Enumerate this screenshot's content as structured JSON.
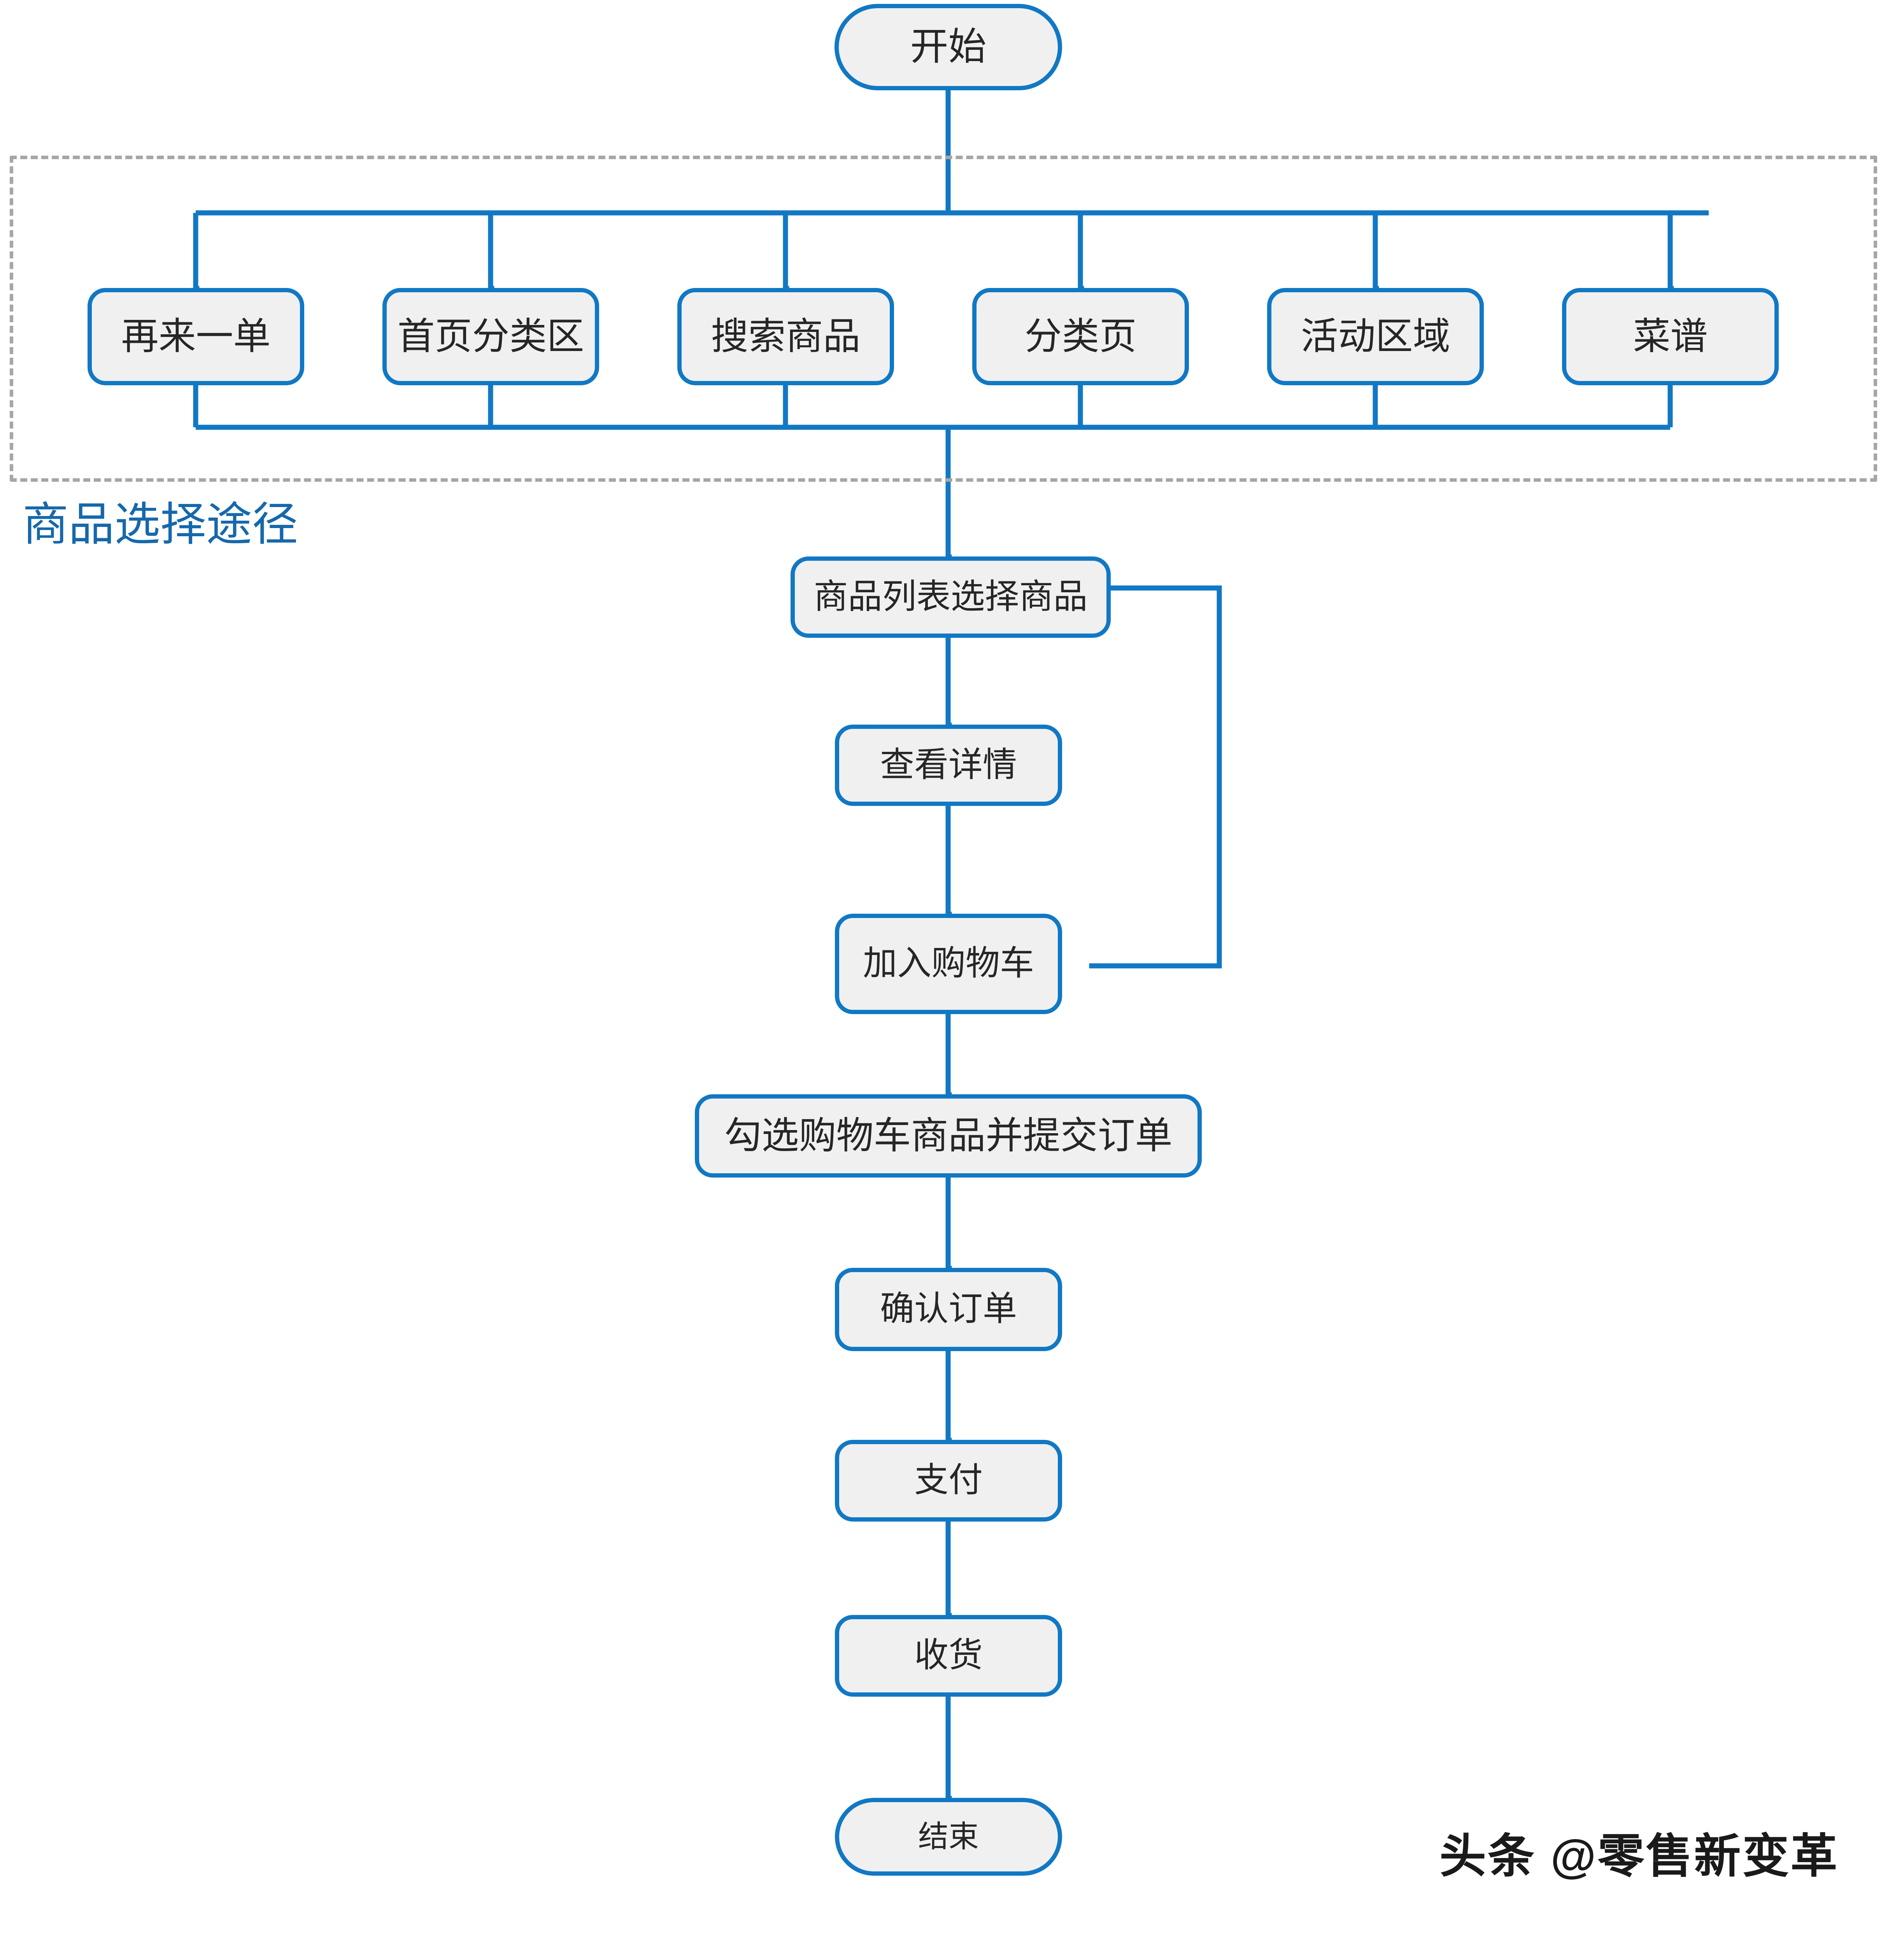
{
  "diagram": {
    "title_label": "商品选择途径",
    "start_node": {
      "label": "开始"
    },
    "end_node": {
      "label": "结束"
    },
    "choice_nodes": [
      {
        "label": "再来一单"
      },
      {
        "label": "首页分类区"
      },
      {
        "label": "搜索商品"
      },
      {
        "label": "分类页"
      },
      {
        "label": "活动区域"
      },
      {
        "label": "菜谱"
      }
    ],
    "flow_nodes": [
      {
        "label": "商品列表选择商品"
      },
      {
        "label": "查看详情"
      },
      {
        "label": "加入购物车"
      },
      {
        "label": "勾选购物车商品并提交订单"
      },
      {
        "label": "确认订单"
      },
      {
        "label": "支付"
      },
      {
        "label": "收货"
      }
    ],
    "watermark": "头条 @零售新变革",
    "colors": {
      "accent": "#1178c4",
      "node_fill": "#f0f0f0",
      "node_text": "#262626",
      "group_label": "#1668ab",
      "dashed_border": "#a6a6a6"
    }
  }
}
